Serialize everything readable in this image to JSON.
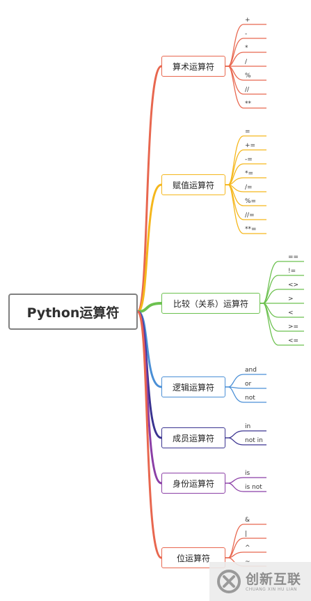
{
  "root": "Python运算符",
  "categories": [
    {
      "label": "算术运算符",
      "color": "#e8674f",
      "children": [
        "+",
        "-",
        "*",
        "/",
        "%",
        "//",
        "**"
      ]
    },
    {
      "label": "赋值运算符",
      "color": "#f5b71c",
      "children": [
        "=",
        "+=",
        "-=",
        "*=",
        "/=",
        "%=",
        "//=",
        "**="
      ]
    },
    {
      "label": "比较（关系）运算符",
      "color": "#6cc14f",
      "children": [
        "==",
        "!=",
        "<>",
        ">",
        "<",
        ">=",
        "<="
      ]
    },
    {
      "label": "逻辑运算符",
      "color": "#4a8fd6",
      "children": [
        "and",
        "or",
        "not"
      ]
    },
    {
      "label": "成员运算符",
      "color": "#3a3390",
      "children": [
        "in",
        "not in"
      ]
    },
    {
      "label": "身份运算符",
      "color": "#8b3fa6",
      "children": [
        "is",
        "is not"
      ]
    },
    {
      "label": "位运算符",
      "color": "#e8674f",
      "children": [
        "&",
        "|",
        "^",
        "~"
      ]
    }
  ],
  "watermark": {
    "cn": "创新互联",
    "en": "CHUANG XIN HU LIAN",
    "icon": "logo-mark-icon"
  }
}
